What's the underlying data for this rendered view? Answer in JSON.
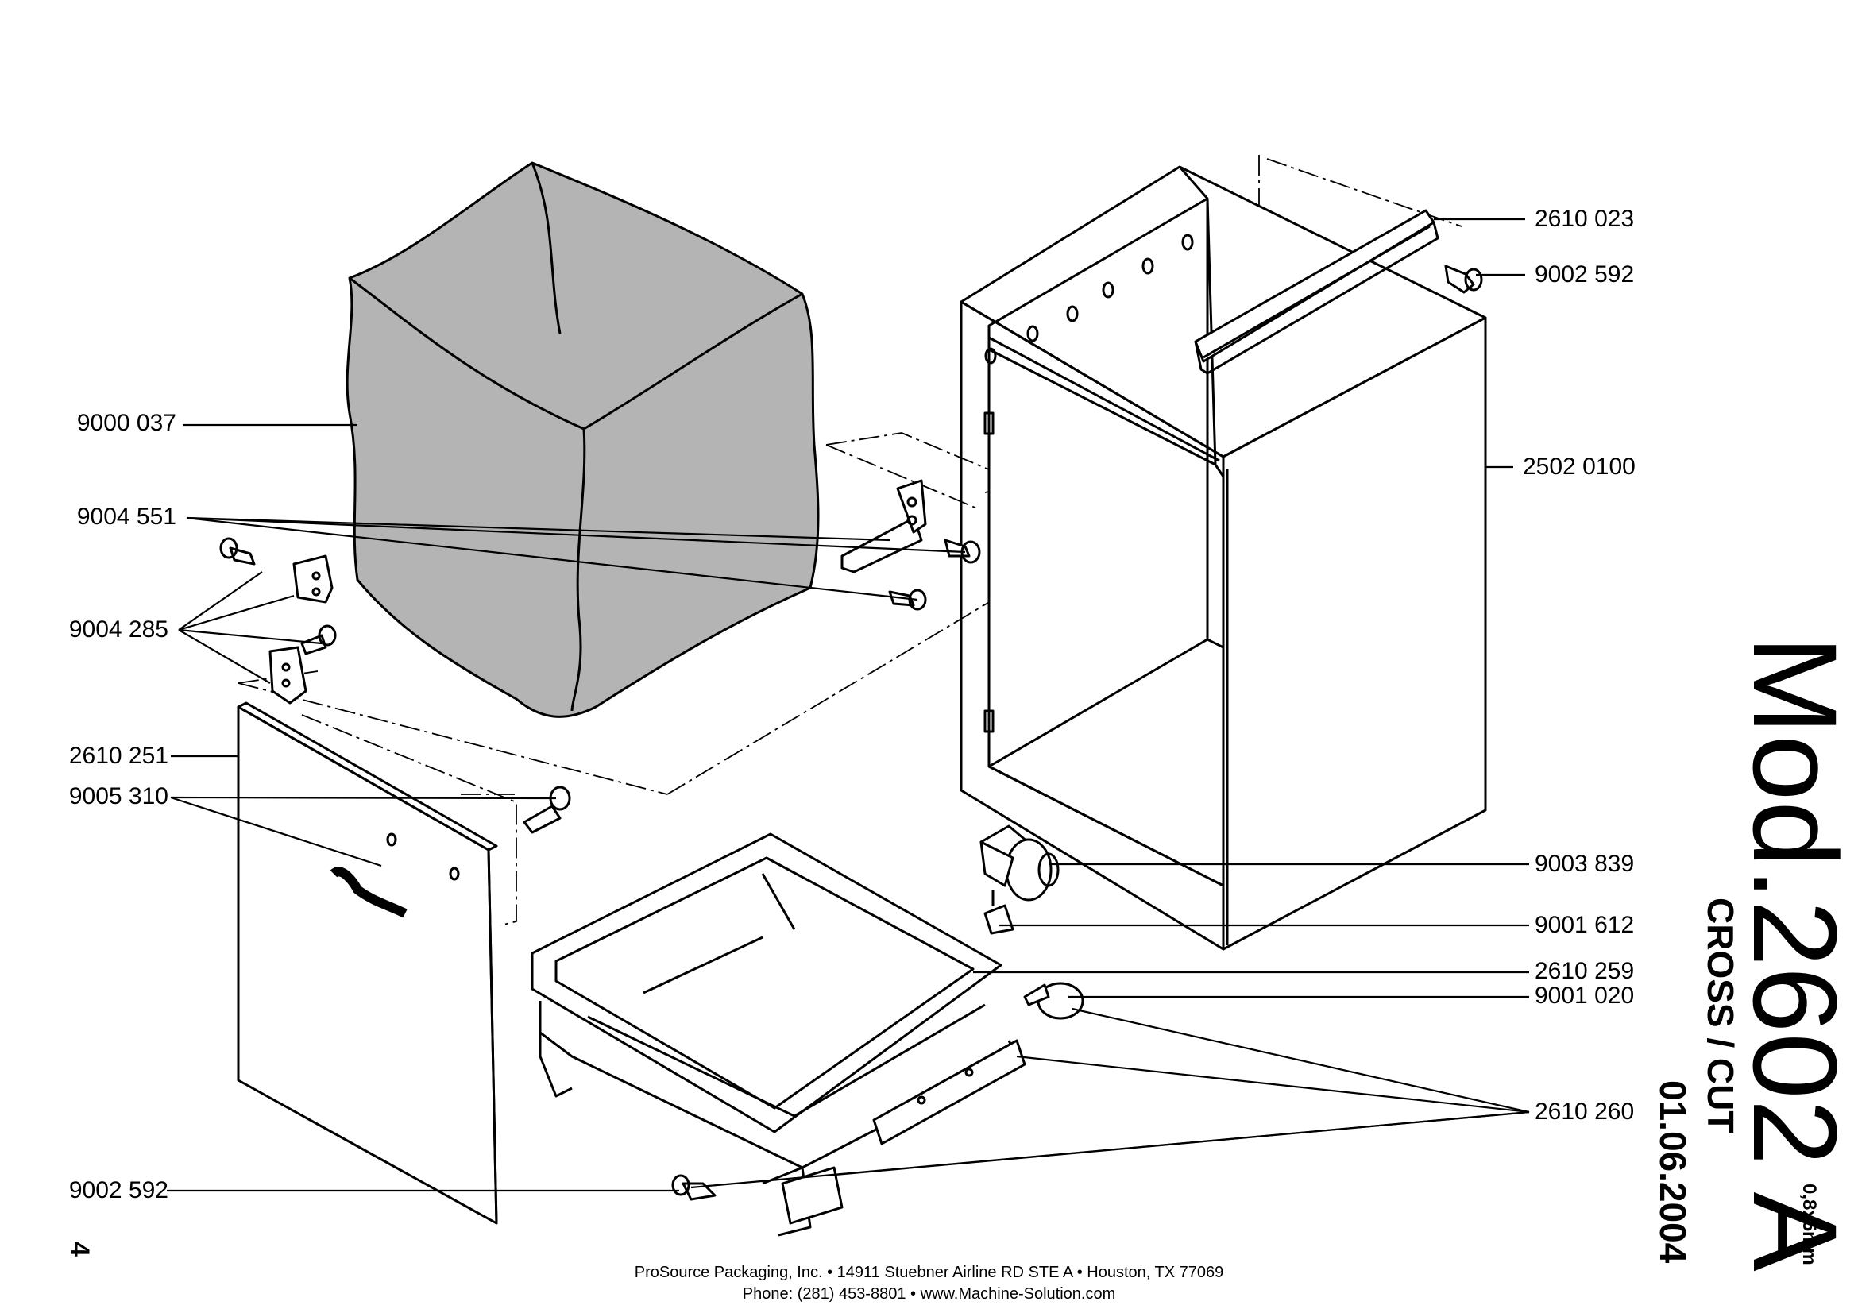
{
  "parts_left": [
    "9000 037",
    "9004 551",
    "9004 285",
    "2610 251",
    "9005 310",
    "9002 592"
  ],
  "parts_right": [
    "2610 023",
    "9002 592",
    "2502 0100",
    "9003 839",
    "9001 612",
    "2610 259",
    "9001 020",
    "2610 260"
  ],
  "title": {
    "model": "Mod.2602 A",
    "subtitle": "CROSS / CUT",
    "spec": "0,8x5mm",
    "date": "01.06.2004"
  },
  "page_number": "4",
  "footer": {
    "line1": "ProSource Packaging, Inc. • 14911 Stuebner Airline RD STE A • Houston, TX 77069",
    "line2": "Phone: (281) 453-8801 • www.Machine-Solution.com"
  },
  "colors": {
    "line": "#000000",
    "bag_fill": "#b4b4b4",
    "paper": "#ffffff"
  }
}
